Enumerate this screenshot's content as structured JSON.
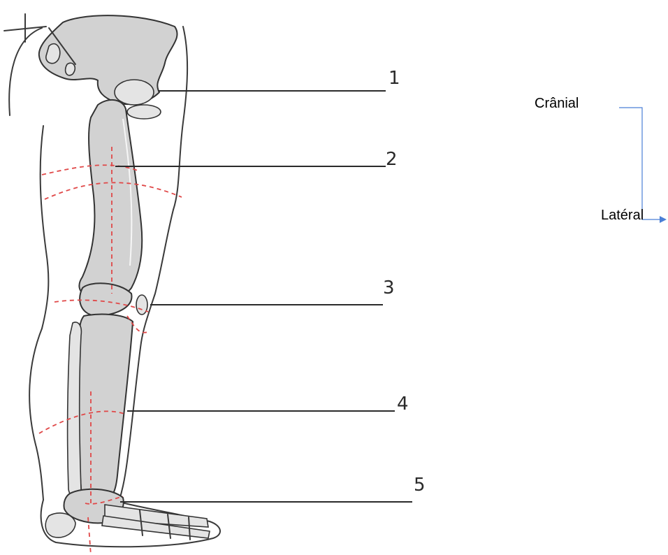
{
  "callouts": [
    {
      "number": "1"
    },
    {
      "number": "2"
    },
    {
      "number": "3"
    },
    {
      "number": "4"
    },
    {
      "number": "5"
    }
  ],
  "orientation": {
    "top_label": "Crânial",
    "side_label": "Latéral",
    "axis_color": "#4a7fd6"
  },
  "colors": {
    "bone_fill": "#d2d2d2",
    "region_boundary": "#e04848"
  }
}
